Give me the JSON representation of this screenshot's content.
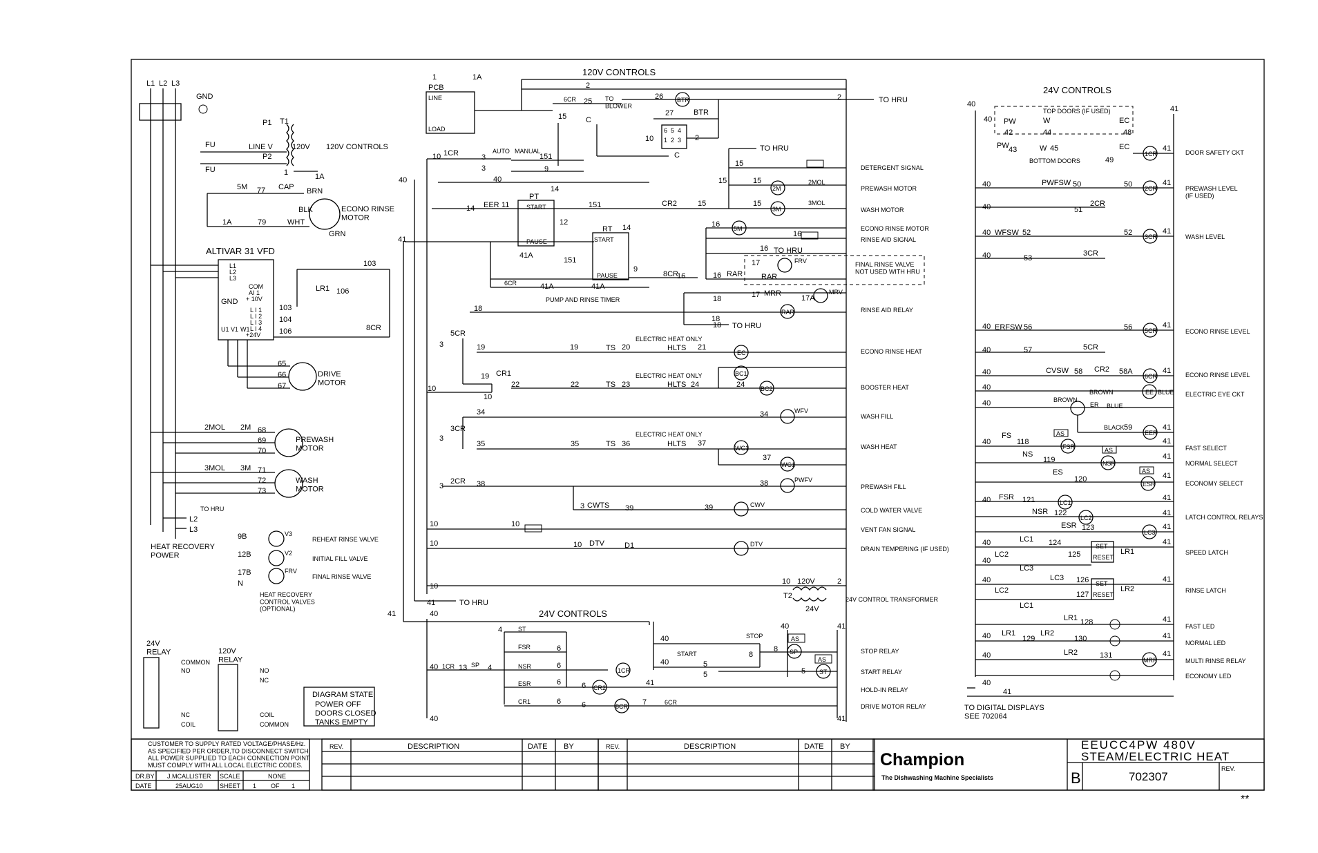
{
  "supply": {
    "l1": "L1",
    "l2": "L2",
    "l3": "L3",
    "gnd": "GND"
  },
  "left": {
    "fu": "FU",
    "p1": "P1",
    "t1": "T1",
    "p2": "P2",
    "line_v": "LINE V",
    "v120": "120V",
    "controls": "120V CONTROLS",
    "w1": "1",
    "w1a": "1A",
    "w5m": "5M",
    "w77": "77",
    "cap": "CAP",
    "brn": "BRN",
    "blk": "BLK",
    "wht": "WHT",
    "grn": "GRN",
    "w1a2": "1A",
    "w79": "79",
    "econo_motor": "ECONO RINSE\nMOTOR",
    "altivar": "ALTIVAR 31 VFD",
    "vfd_terms": [
      "L1",
      "L2",
      "L3",
      "COM",
      "AI 1",
      "+ 10V",
      "L I 1",
      "L I 2",
      "L I 3",
      "L I 4",
      "+24V"
    ],
    "vfd_gnd": "GND",
    "u1": "U1",
    "v1": "V1",
    "w1t": "W1",
    "w103": "103",
    "lr1": "LR1",
    "w106": "106",
    "w103b": "103",
    "w104": "104",
    "w106b": "106",
    "cr8": "8CR",
    "w65": "65",
    "w66": "66",
    "w67": "67",
    "drive_motor": "DRIVE\nMOTOR",
    "mol2": "2MOL",
    "m2": "2M",
    "w68": "68",
    "w69": "69",
    "w70": "70",
    "prewash_motor": "PREWASH\nMOTOR",
    "mol3": "3MOL",
    "m3": "3M",
    "w71": "71",
    "w72": "72",
    "w73": "73",
    "wash_motor": "WASH\nMOTOR",
    "to_hru": "TO HRU",
    "l2": "L2",
    "l3": "L3",
    "hr_power": "HEAT RECOVERY\nPOWER",
    "hr_valves": [
      {
        "wire": "9B",
        "coil": "V3",
        "label": "REHEAT RINSE VALVE"
      },
      {
        "wire": "12B",
        "coil": "V2",
        "label": "INITIAL FILL VALVE"
      },
      {
        "wire": "17B",
        "coil": "FRV",
        "label": "FINAL RINSE VALVE"
      }
    ],
    "n": "N",
    "hr_ctrl": "HEAT RECOVERY\nCONTROL VALVES\n(OPTIONAL)",
    "relay24": "24V\nRELAY",
    "relay120": "120V\nRELAY",
    "relay24_labels": [
      "COMMON",
      "NO",
      "NC",
      "COIL"
    ],
    "relay120_labels": [
      "NO",
      "NC",
      "COIL",
      "COMMON"
    ],
    "diagram_state": [
      "DIAGRAM STATE",
      "POWER OFF",
      "DOORS CLOSED",
      "TANKS EMPTY"
    ]
  },
  "mid": {
    "pcb": "PCB",
    "line": "LINE",
    "load": "LOAD",
    "top_1": "1",
    "top_1a": "1A",
    "ctrl120": "120V CONTROLS",
    "w2": "2",
    "cr6": "6CR",
    "w25": "25",
    "to_blower": "TO\nBLOWER",
    "w26": "26",
    "btr": "BTR",
    "w27": "27",
    "btr2": "BTR",
    "w15": "15",
    "c": "C",
    "w10": "10",
    "c2": "C",
    "btr_pins": [
      "6",
      "5",
      "4",
      "1",
      "2",
      "3"
    ],
    "auto": "AUTO",
    "manual": "MANUAL",
    "w151": "151",
    "w9": "9",
    "cr1": "1CR",
    "w3": "3",
    "w40": "40",
    "w41": "41",
    "w14": "14",
    "pt": "PT",
    "start": "START",
    "eer": "EER",
    "w11": "11",
    "w12": "12",
    "w41a": "41A",
    "pause": "PAUSE",
    "rt": "RT",
    "w151b": "151",
    "cr2": "CR2",
    "cr8": "8CR",
    "w16": "16",
    "pump_timer": "PUMP AND RINSE TIMER",
    "cr6b": "6CR",
    "w41a2": "41A",
    "w41a3": "41A",
    "rar": "RAR",
    "w17": "17",
    "w18": "18",
    "mrr": "MRR",
    "w17a": "17A",
    "cr5": "5CR",
    "w19": "19",
    "cr1b": "CR1",
    "w22": "22",
    "w10b": "10",
    "cr3": "3CR",
    "w34": "34",
    "w35": "35",
    "cr2b": "2CR",
    "w38": "38",
    "cwts": "CWTS",
    "w39": "39",
    "dtv": "DTV",
    "d1": "D1",
    "eh": "ELECTRIC HEAT ONLY",
    "ts": "TS",
    "hlts": "HLTS",
    "w20": "20",
    "w21": "21",
    "w23": "23",
    "w24": "24",
    "w36": "36",
    "w37": "37",
    "t2": "T2",
    "v24": "24V",
    "v120b": "120V",
    "ctrl24": "24V CONTROLS",
    "to_hru": "TO HRU",
    "st": "ST",
    "fsr": "FSR",
    "nsr": "NSR",
    "esr": "ESR",
    "cr1c": "CR1",
    "cr1d": "1CR",
    "sp": "SP",
    "w13": "13",
    "w4": "4",
    "w6": "6",
    "w7": "7",
    "cr6c": "6CR",
    "start_btn": "START",
    "stop_btn": "STOP",
    "w5": "5",
    "w8": "8",
    "as": "AS"
  },
  "loads": [
    {
      "wire": "15",
      "coil": "",
      "label": "DETERGENT SIGNAL"
    },
    {
      "wire": "15",
      "coil": "2M",
      "label": "PREWASH MOTOR"
    },
    {
      "wire": "15",
      "coil": "3M",
      "label": "WASH MOTOR"
    },
    {
      "wire": "16",
      "coil": "5M",
      "label": "ECONO RINSE MOTOR"
    },
    {
      "wire": "16",
      "coil": "",
      "label": "RINSE AID SIGNAL"
    },
    {
      "wire": "16",
      "coil": "FRV",
      "label": "FINAL RINSE VALVE\nNOT USED WITH HRU"
    },
    {
      "wire": "18",
      "coil": "RAR",
      "label": "RINSE AID RELAY"
    },
    {
      "wire": "21",
      "coil": "EC",
      "label": "ECONO RINSE HEAT"
    },
    {
      "wire": "24",
      "coil": "BC1",
      "label": "BOOSTER HEAT"
    },
    {
      "wire": "34",
      "coil": "WFV",
      "label": "WASH FILL"
    },
    {
      "wire": "37",
      "coil": "WC1",
      "label": "WASH HEAT"
    },
    {
      "wire": "38",
      "coil": "PWFV",
      "label": "PREWASH FILL"
    },
    {
      "wire": "39",
      "coil": "CWV",
      "label": "COLD WATER VALVE"
    },
    {
      "wire": "10",
      "coil": "",
      "label": "VENT FAN SIGNAL"
    },
    {
      "wire": "10",
      "coil": "DTV",
      "label": "DRAIN TEMPERING (IF USED)"
    },
    {
      "wire": "T2",
      "coil": "",
      "label": "24V CONTROL TRANSFORMER"
    },
    {
      "wire": "41",
      "coil": "SP",
      "label": "STOP RELAY"
    },
    {
      "wire": "41",
      "coil": "ST",
      "label": "START RELAY"
    },
    {
      "wire": "41",
      "coil": "CR2",
      "label": "HOLD-IN RELAY"
    },
    {
      "wire": "41",
      "coil": "8CR",
      "label": "DRIVE MOTOR RELAY"
    }
  ],
  "extra_coils": [
    "2MOL",
    "3MOL",
    "MRV",
    "BC2",
    "WC1"
  ],
  "right": {
    "title": "24V CONTROLS",
    "w40": "40",
    "w41": "41",
    "top_doors": "TOP DOORS (IF USED)",
    "bottom_doors": "BOTTOM DOORS",
    "pw": "PW",
    "w_": "W",
    "ec": "EC",
    "w42": "42",
    "w44": "44",
    "w48": "48",
    "w43": "43",
    "w45": "45",
    "w49": "49",
    "labels": [
      "DOOR SAFETY CKT",
      "PREWASH LEVEL\n(IF USED)",
      "WASH LEVEL",
      "ECONO RINSE LEVEL",
      "ECONO RINSE LEVEL",
      "ELECTRIC EYE CKT",
      "FAST SELECT",
      "NORMAL SELECT",
      "ECONOMY SELECT",
      "LATCH CONTROL RELAYS",
      "SPEED LATCH",
      "RINSE LATCH",
      "FAST LED",
      "NORMAL LED",
      "MULTI RINSE RELAY",
      "ECONOMY LED"
    ],
    "coils": [
      "1CR",
      "2CR",
      "3CR",
      "5CR",
      "6CR",
      "EER",
      "FSR",
      "NSR",
      "ESR",
      "LC1",
      "LC2",
      "LC3",
      "LR1",
      "LR2",
      "MRR"
    ],
    "pwfsw": "PWFSW",
    "w50": "50",
    "w51": "51",
    "cr2": "2CR",
    "wfsw": "WFSW",
    "w52": "52",
    "w53": "53",
    "cr3": "3CR",
    "erfsw": "ERFSW",
    "w56": "56",
    "w57": "57",
    "cr5": "5CR",
    "cvsw": "CVSW",
    "w58": "58",
    "cr2b": "CR2",
    "w58a": "58A",
    "brown": "BROWN",
    "blue": "BLUE",
    "black": "BLACK",
    "ee": "EE",
    "er": "ER",
    "w59": "59",
    "fs": "FS",
    "w118": "118",
    "ns": "NS",
    "w119": "119",
    "es": "ES",
    "w120": "120",
    "as": "AS",
    "fsr": "FSR",
    "w121": "121",
    "nsr": "NSR",
    "w122": "122",
    "esr": "ESR",
    "w123": "123",
    "lc1": "LC1",
    "w124": "124",
    "lc2": "LC2",
    "lc3": "LC3",
    "w125": "125",
    "set": "SET",
    "reset": "RESET",
    "lr1": "LR1",
    "w126": "126",
    "w127": "127",
    "lr2": "LR2",
    "w128": "128",
    "w129": "129",
    "w130": "130",
    "w131": "131",
    "to_digital": "TO DIGITAL DISPLAYS\nSEE 702064"
  },
  "title_block": {
    "note": "CUSTOMER TO SUPPLY RATED VOLTAGE/PHASE/Hz.\nAS SPECIFIED PER ORDER,TO DISCONNECT SWITCH.\nALL POWER SUPPLIED TO EACH CONNECTION POINT\nMUST COMPLY WITH ALL LOCAL ELECTRIC CODES.",
    "dr_by_label": "DR.BY",
    "dr_by": "J.MCALLISTER",
    "scale_label": "SCALE",
    "scale": "NONE",
    "date_label": "DATE",
    "date": "25AUG10",
    "sheet_label": "SHEET",
    "sheet_no": "1",
    "of": "OF",
    "sheet_total": "1",
    "rev_cols": [
      "REV.",
      "DESCRIPTION",
      "DATE",
      "BY"
    ],
    "company": "Champion",
    "tagline": "The Dishwashing Machine Specialists",
    "model": "EEUCC4PW 480V",
    "heat": "STEAM/ELECTRIC HEAT",
    "size": "B",
    "drawing_no": "702307",
    "rev": "REV.",
    "stars": "**"
  },
  "generic": {
    "l_out": "TO HRU",
    "to_hru": "TO HRU"
  }
}
